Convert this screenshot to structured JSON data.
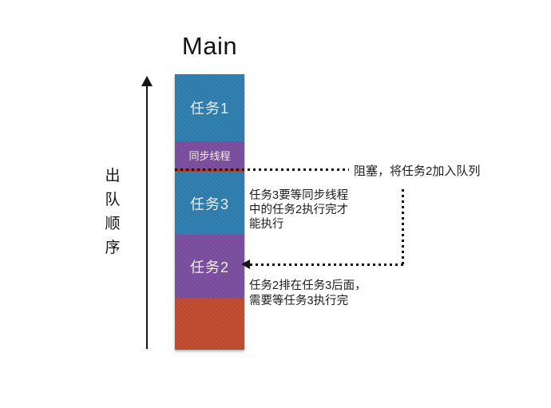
{
  "title": "Main",
  "axis": {
    "label": "出队顺序"
  },
  "stack": {
    "blocks": [
      {
        "id": "task1",
        "label": "任务1",
        "color": "#2E7EB0"
      },
      {
        "id": "sync-thread",
        "label": "同步线程",
        "color": "#7A4D9E"
      },
      {
        "id": "divider",
        "label": "",
        "color": "#A83C28"
      },
      {
        "id": "task3",
        "label": "任务3",
        "color": "#2E7EB0"
      },
      {
        "id": "task2",
        "label": "任务2",
        "color": "#7A4D9E"
      },
      {
        "id": "tail",
        "label": "",
        "color": "#BF4A2E"
      }
    ]
  },
  "annotations": {
    "blocked_note": "阻塞，将任务2加入队列",
    "task3_note": "任务3要等同步线程\n中的任务2执行完才\n能执行",
    "task2_note": "任务2排在任务3后面，\n需要等任务3执行完"
  },
  "colors": {
    "text": "#1a1a1a",
    "dotted_line": "#151515",
    "block_label": "#f2ede6"
  }
}
